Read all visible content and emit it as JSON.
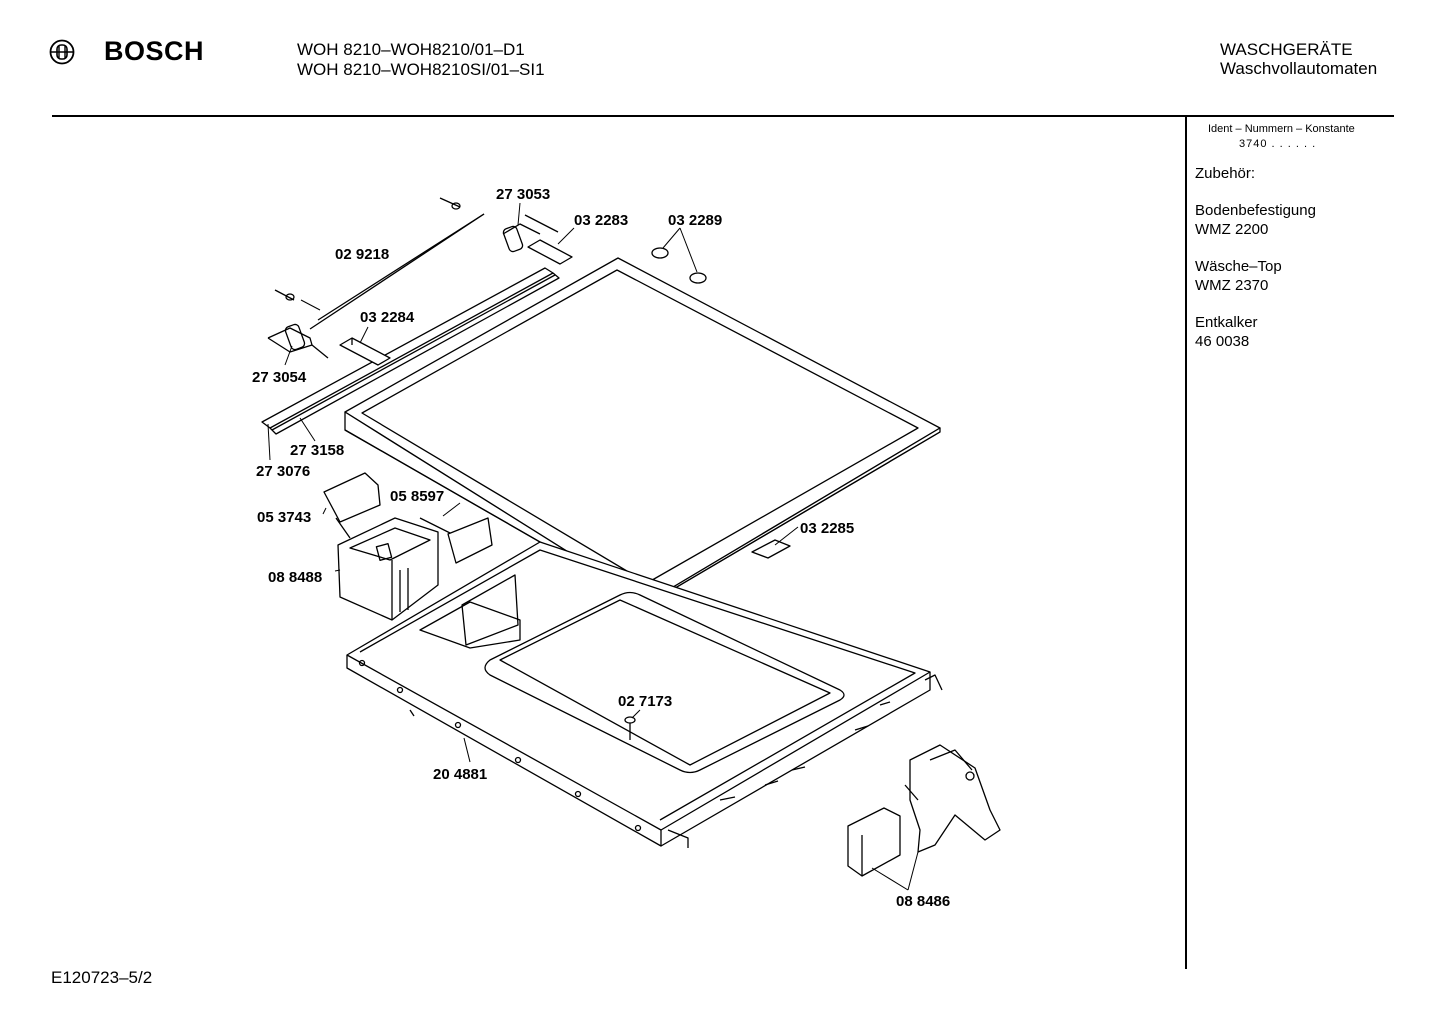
{
  "header": {
    "brand": "BOSCH",
    "logo_icon": "bosch-armature-logo-icon",
    "model_line_1": "WOH 8210–WOH8210/01–D1",
    "model_line_2": "WOH 8210–WOH8210SI/01–SI1",
    "category": "WASCHGERÄTE",
    "subcategory": "Waschvollautomaten"
  },
  "sidebar": {
    "ident_label": "Ident – Nummern – Konstante",
    "ident_value": "3740 .  .  .  .  .  .",
    "accessories_title": "Zubehör:",
    "items": [
      {
        "name": "Bodenbefestigung",
        "code": "WMZ 2200"
      },
      {
        "name": "Wäsche–Top",
        "code": "WMZ 2370"
      },
      {
        "name": "Entkalker",
        "code": "46 0038"
      }
    ]
  },
  "diagram": {
    "part_numbers": [
      "27 3053",
      "03 2283",
      "03 2289",
      "02 9218",
      "03 2284",
      "27 3054",
      "27 3158",
      "27 3076",
      "05 8597",
      "05 3743",
      "08 8488",
      "03 2285",
      "02 7173",
      "20 4881",
      "08 8486"
    ]
  },
  "footer": {
    "drawing_number": "E120723–5/2"
  }
}
